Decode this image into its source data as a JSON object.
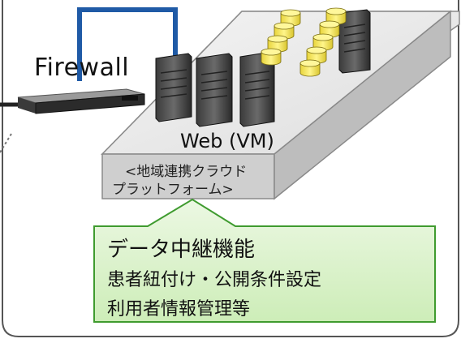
{
  "labels": {
    "firewall": "Firewall",
    "web": "Web (VM)",
    "platform_line1": "<地域連携クラウド",
    "platform_line2": "プラットフォーム>"
  },
  "callout": {
    "title": "データ中継機能",
    "line2": "患者紐付け・公開条件設定",
    "line3": "利用者情報管理等"
  },
  "colors": {
    "cable": "#1f5aa6",
    "db": "#f2e54a",
    "callout_fill": "#dff2cf",
    "callout_border": "#3f9b2f",
    "platform_top": "#e9e9e9",
    "platform_side": "#c9c9c9"
  }
}
